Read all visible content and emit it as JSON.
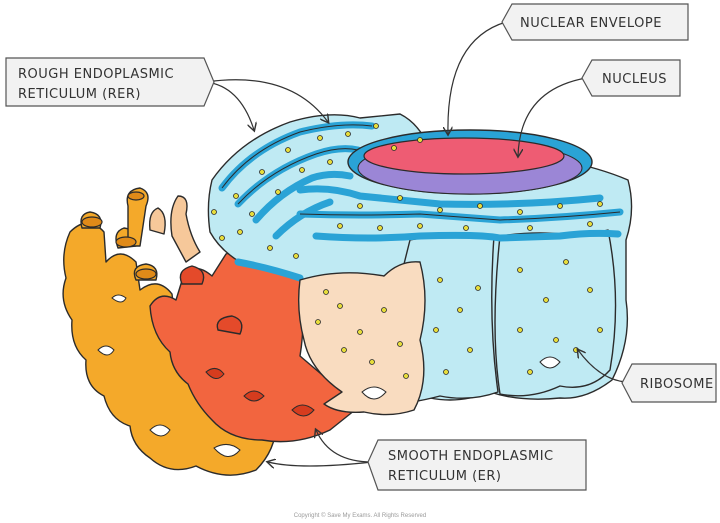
{
  "labels": {
    "rer_line1": "ROUGH  ENDOPLASMIC",
    "rer_line2": "RETICULUM  (RER)",
    "nuclear_envelope": "NUCLEAR  ENVELOPE",
    "nucleus": "NUCLEUS",
    "ribosome": "RIBOSOME",
    "ser_line1": "SMOOTH  ENDOPLASMIC",
    "ser_line2": "RETICULUM  (ER)"
  },
  "copyright": "Copyright © Save My Exams. All Rights Reserved",
  "colors": {
    "rer_light": "#bfeaf3",
    "rer_membrane": "#2aa3d6",
    "nucleus": "#ee5c73",
    "nucleus_inner": "#9b86d6",
    "ribosome": "#e7dd3b",
    "ser_orange": "#f4a92a",
    "ser_red": "#f2653f",
    "ser_peach": "#f6d2b0",
    "ser_light": "#f9dcc0",
    "label_fill": "#f2f2f2"
  }
}
